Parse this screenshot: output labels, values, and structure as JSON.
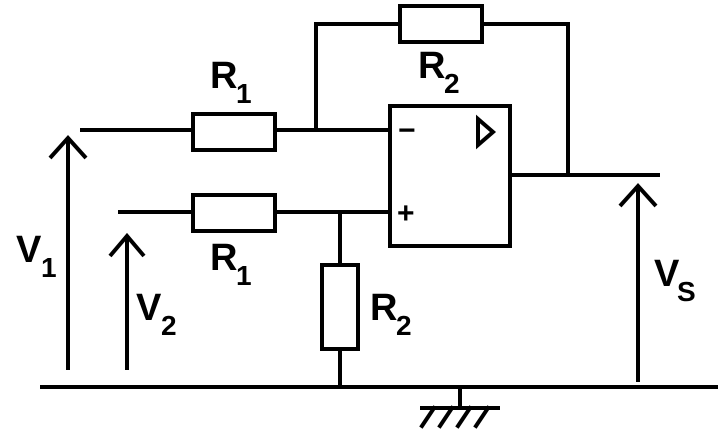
{
  "resistors": {
    "r1_top": {
      "main": "R",
      "sub": "1"
    },
    "r1_bottom": {
      "main": "R",
      "sub": "1"
    },
    "r2_feedback": {
      "main": "R",
      "sub": "2"
    },
    "r2_ground": {
      "main": "R",
      "sub": "2"
    }
  },
  "opamp": {
    "inverting_sign": "−",
    "noninverting_sign": "+"
  },
  "voltages": {
    "v1": {
      "main": "V",
      "sub": "1"
    },
    "v2": {
      "main": "V",
      "sub": "2"
    },
    "vs": {
      "main": "V",
      "sub": "S"
    }
  },
  "colors": {
    "stroke": "#000000",
    "background": "#ffffff"
  }
}
